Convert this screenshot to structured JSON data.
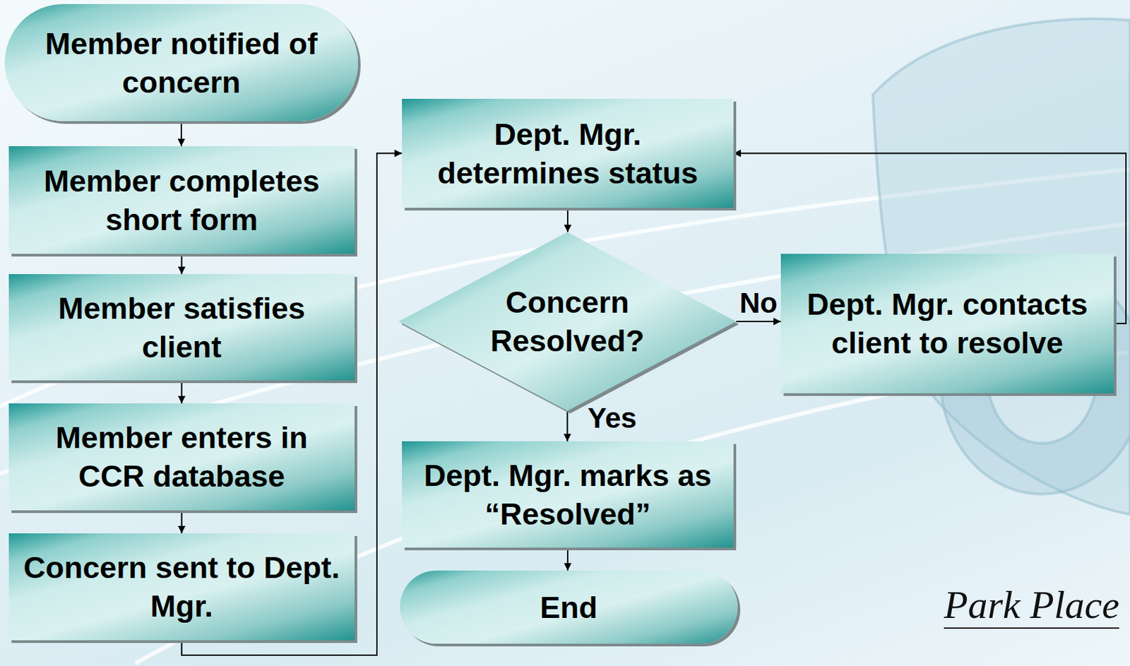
{
  "diagram": {
    "nodes": [
      {
        "text": [
          "Member notified of concern"
        ]
      },
      {
        "text": [
          "Member completes short form"
        ]
      },
      {
        "text": [
          "Member satisfies client"
        ]
      },
      {
        "text": [
          "Member enters in CCR database"
        ]
      },
      {
        "text": [
          "Concern sent to Dept. Mgr."
        ]
      },
      {
        "text": [
          "Dept. Mgr. determines status"
        ]
      },
      {
        "text": [
          "Concern Resolved?"
        ]
      },
      {
        "text": [
          "Dept. Mgr. contacts client to resolve"
        ]
      },
      {
        "text": [
          "Dept. Mgr. marks as “Resolved”"
        ]
      },
      {
        "text": [
          "End"
        ]
      }
    ],
    "edges": [
      {
        "from": 0,
        "to": 1,
        "arrow": "to"
      },
      {
        "from": 1,
        "to": 2,
        "arrow": "to"
      },
      {
        "from": 2,
        "to": 3,
        "arrow": "to"
      },
      {
        "from": 3,
        "to": 4,
        "arrow": "to"
      },
      {
        "from": 4,
        "to": 5,
        "arrow": "to"
      },
      {
        "from": 5,
        "to": 6,
        "arrow": "to"
      },
      {
        "from": 6,
        "to": 7,
        "label": "No",
        "arrow": "to"
      },
      {
        "from": 6,
        "to": 8,
        "label": "Yes",
        "arrow": "to"
      },
      {
        "from": 7,
        "to": 5,
        "arrow": "to"
      },
      {
        "from": 8,
        "to": 9,
        "arrow": "to"
      }
    ],
    "labels": [
      "Park Place"
    ]
  }
}
